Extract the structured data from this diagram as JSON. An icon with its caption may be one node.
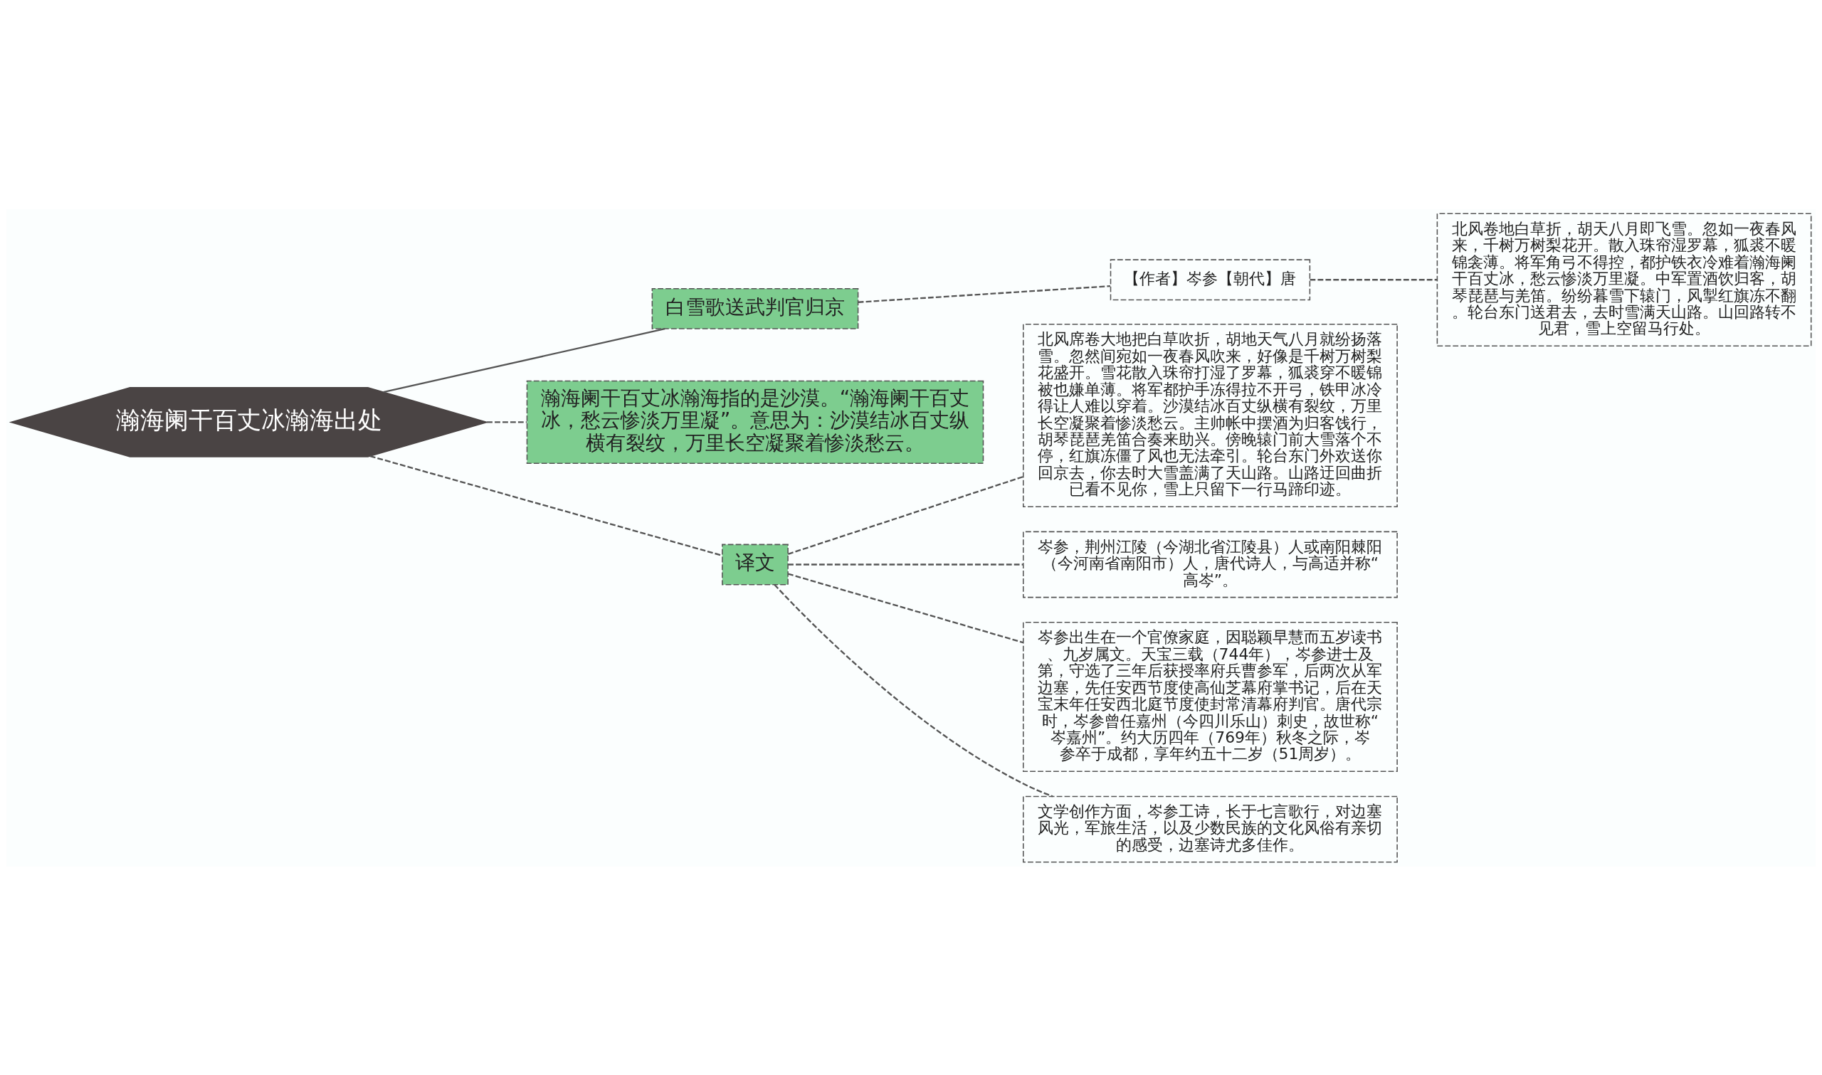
{
  "diagram": {
    "nodes": [
      {
        "text": [
          "瀚海阑干百丈冰瀚海出处"
        ]
      },
      {
        "text": [
          "白雪歌送武判官归京"
        ]
      },
      {
        "text": [
          "【作者】岑参【朝代】唐"
        ]
      },
      {
        "text": [
          "北风卷地白草折，胡天八月即飞雪。忽如一夜春风来，千树万树梨花开。散入珠帘湿罗幕，狐裘不暖锦衾薄。将军角弓不得控，都护铁衣冷难着瀚海阑干百丈冰，愁云惨淡万里凝。中军置酒饮归客，胡琴琵琶与羌笛。纷纷暮雪下辕门，风掣红旗冻不翻。轮台东门送君去，去时雪满天山路。山回路转不见君，雪上空留马行处。"
        ]
      },
      {
        "text": [
          "瀚海阑干百丈冰瀚海指的是沙漠。“瀚海阑干百丈冰，愁云惨淡万里凝”。意思为：沙漠结冰百丈纵横有裂纹，万里长空凝聚着惨淡愁云。"
        ]
      },
      {
        "text": [
          "译文"
        ]
      },
      {
        "text": [
          "北风席卷大地把白草吹折，胡地天气八月就纷扬落雪。忽然间宛如一夜春风吹来，好像是千树万树梨花盛开。雪花散入珠帘打湿了罗幕，狐裘穿不暖锦被也嫌单薄。将军都护手冻得拉不开弓，铁甲冰冷得让人难以穿着。沙漠结冰百丈纵横有裂纹，万里长空凝聚着惨淡愁云。主帅帐中摆酒为归客饯行，胡琴琵琶羌笛合奏来助兴。傍晚辕门前大雪落个不停，红旗冻僵了风也无法牵引。轮台东门外欢送你回京去，你去时大雪盖满了天山路。山路迂回曲折已看不见你，雪上只留下一行马蹄印迹。"
        ]
      },
      {
        "text": [
          "岑参，荆州江陵（今湖北省江陵县）人或南阳棘阳（今河南省南阳市）人，唐代诗人，与高适并称“高岑”。"
        ]
      },
      {
        "text": [
          "岑参出生在一个官僚家庭，因聪颖早慧而五岁读书、九岁属文。天宝三载（744年），岑参进士及第，守选了三年后获授率府兵曹参军，后两次从军边塞，先任安西节度使高仙芝幕府掌书记，后在天宝末年任安西北庭节度使封常清幕府判官。唐代宗时，岑参曾任嘉州（今四川乐山）刺史，故世称“岑嘉州”。约大历四年（769年）秋冬之际，岑参卒于成都，享年约五十二岁（51周岁）。"
        ]
      },
      {
        "text": [
          "文学创作方面，岑参工诗，长于七言歌行，对边塞风光，军旅生活，以及少数民族的文化风俗有亲切的感受，边塞诗尤多佳作。"
        ]
      }
    ],
    "edges": [
      {
        "from": 0,
        "to": 1,
        "arrow": "none"
      },
      {
        "from": 1,
        "to": 2,
        "arrow": "none",
        "style": "dashed"
      },
      {
        "from": 2,
        "to": 3,
        "arrow": "none",
        "style": "dashed"
      },
      {
        "from": 0,
        "to": 4,
        "arrow": "none",
        "style": "dashed"
      },
      {
        "from": 0,
        "to": 5,
        "arrow": "none",
        "style": "dashed"
      },
      {
        "from": 5,
        "to": 6,
        "arrow": "none",
        "style": "dashed"
      },
      {
        "from": 5,
        "to": 7,
        "arrow": "none",
        "style": "dashed"
      },
      {
        "from": 5,
        "to": 8,
        "arrow": "none",
        "style": "dashed"
      },
      {
        "from": 5,
        "to": 9,
        "arrow": "none",
        "style": "dashed"
      }
    ]
  }
}
